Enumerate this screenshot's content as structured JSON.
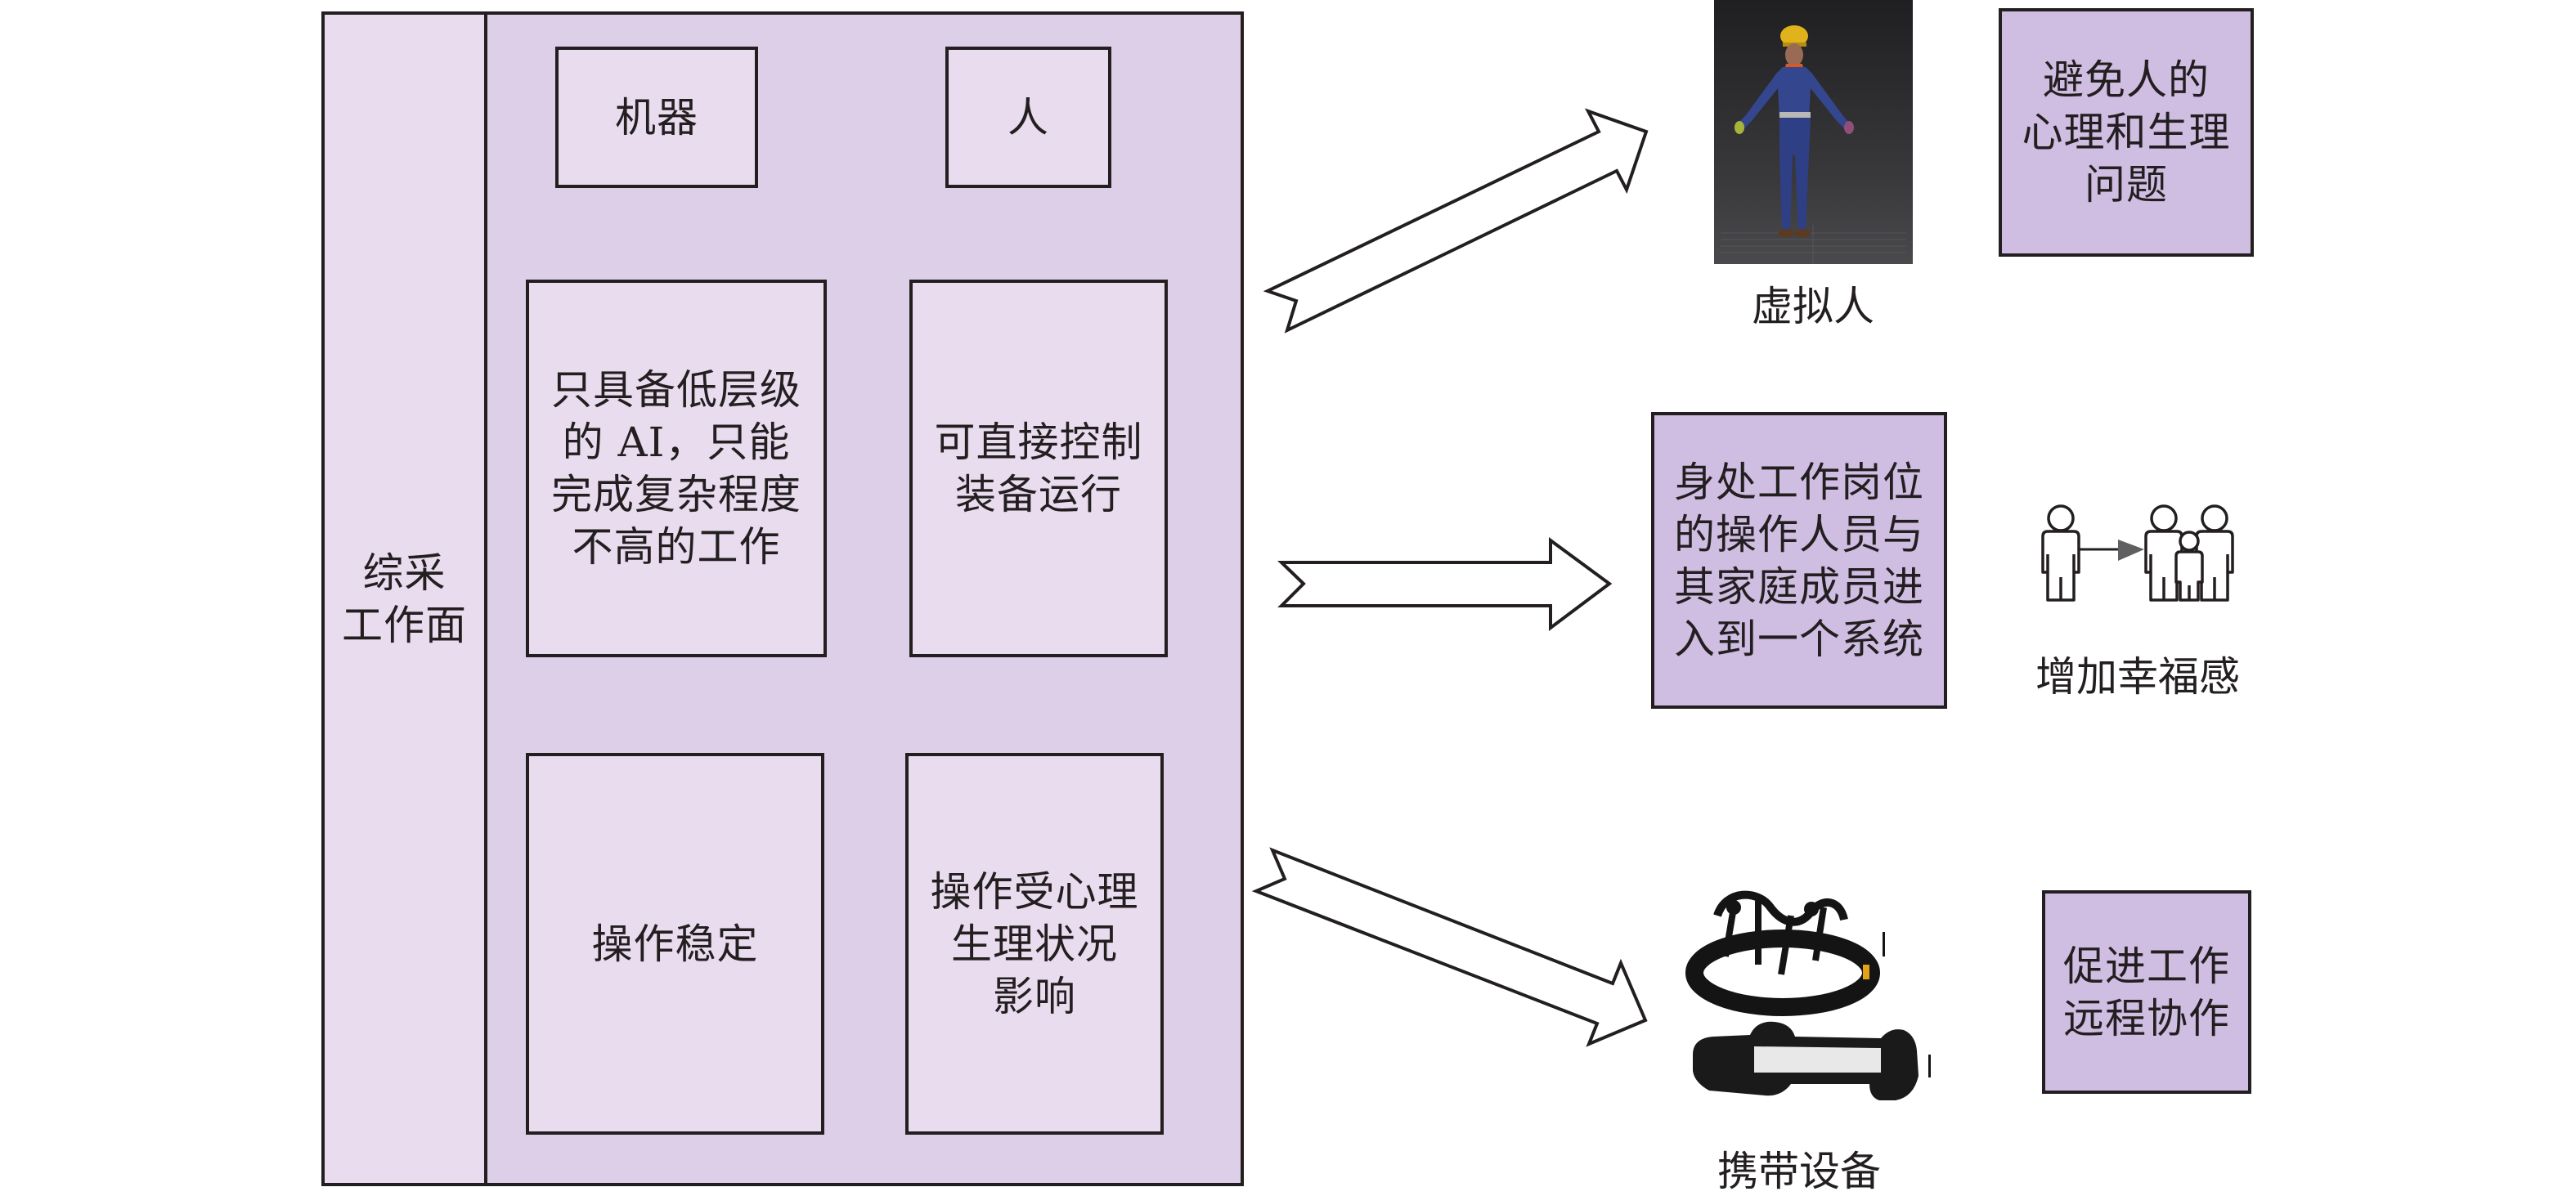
{
  "workface": {
    "label": "综采\n工作面",
    "machine_header": "机器",
    "human_header": "人",
    "machine_traits": [
      "只具备低层级\n的 AI，只能\n完成复杂程度\n不高的工作",
      "操作稳定"
    ],
    "human_traits": [
      "可直接控制\n装备运行",
      "操作受心理\n生理状况\n影响"
    ]
  },
  "outcomes": [
    {
      "source_label": "虚拟人",
      "source_icon": "virtual-human-3d-model",
      "benefit": "避免人的\n心理和生理\n问题"
    },
    {
      "source_label": "身处工作岗位\n的操作人员与\n其家庭成员进\n入到一个系统",
      "source_icon": "family-icon",
      "benefit": "增加幸福感"
    },
    {
      "source_label": "携带设备",
      "source_icon": "wearable-devices",
      "benefit": "促进工作\n远程协作"
    }
  ],
  "colors": {
    "outer_fill": "#ddcfe8",
    "inner_fill": "#e9dcef",
    "result_fill": "#cfbde2",
    "stroke": "#231f20"
  }
}
